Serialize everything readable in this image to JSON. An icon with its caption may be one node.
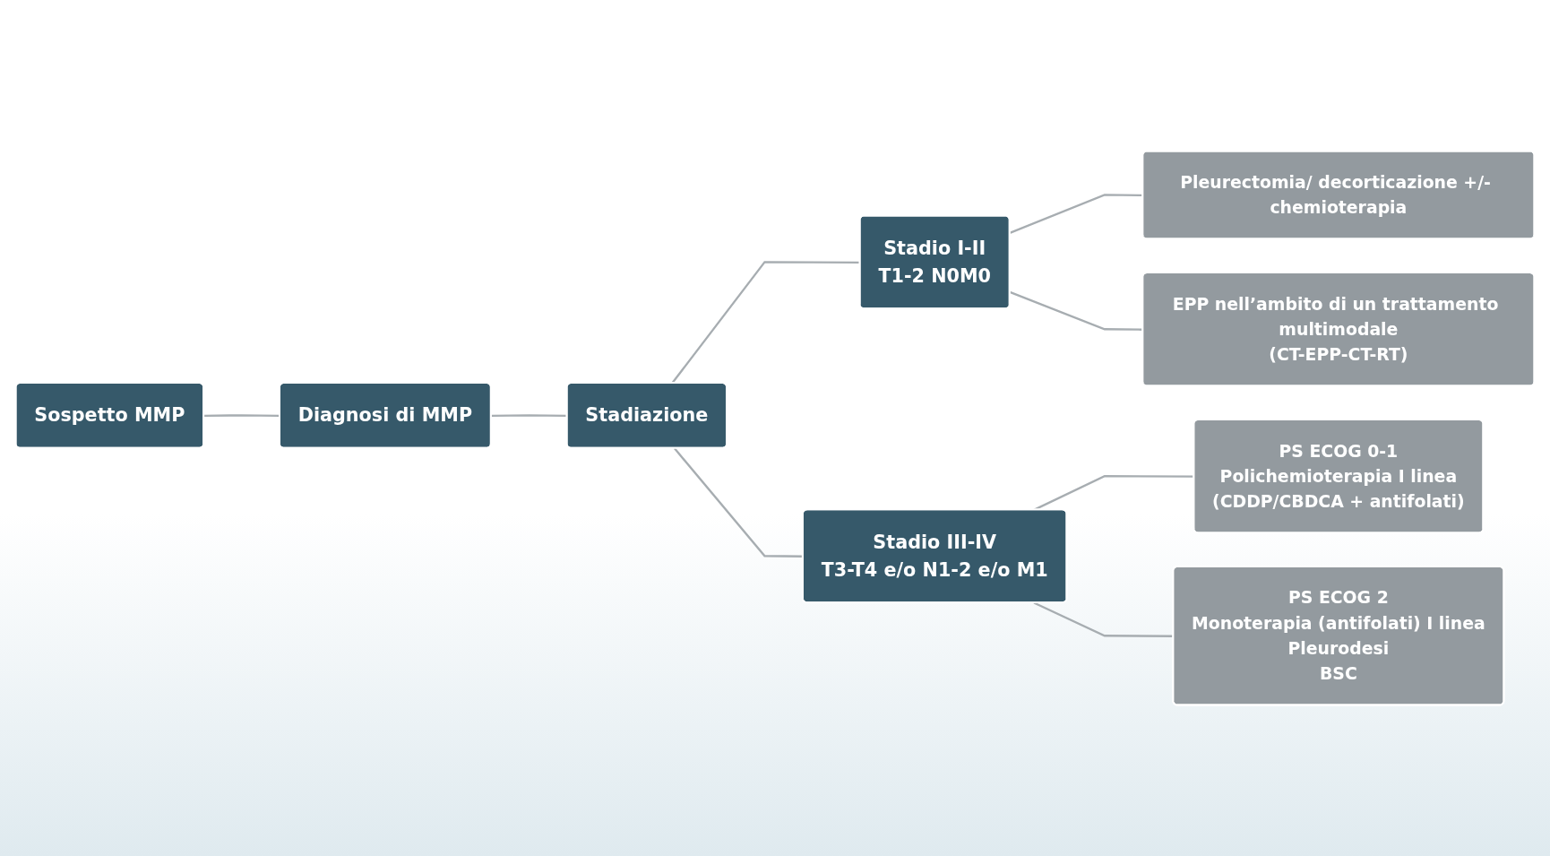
{
  "diagram": {
    "nodes": [
      {
        "text": [
          "Sospetto MMP"
        ]
      },
      {
        "text": [
          "Diagnosi di MMP"
        ]
      },
      {
        "text": [
          "Stadiazione"
        ]
      },
      {
        "text": [
          "Stadio I-II",
          "T1-2 N0M0"
        ]
      },
      {
        "text": [
          "Stadio III-IV",
          "T3-T4 e/o N1-2 e/o M1"
        ]
      },
      {
        "text": [
          "Pleurectomia/ decorticazione +/- chemioterapia"
        ]
      },
      {
        "text": [
          "EPP nell’ambito di un trattamento multimodale",
          "(CT-EPP-CT-RT)"
        ]
      },
      {
        "text": [
          "PS ECOG 0-1",
          "Polichemioterapia I linea",
          "(CDDP/CBDCA + antifolati)"
        ]
      },
      {
        "text": [
          "PS ECOG 2",
          "Monoterapia (antifolati) I linea",
          "Pleurodesi",
          "BSC"
        ]
      }
    ],
    "edges": [
      {
        "from": 0,
        "to": 1,
        "arrow": "none"
      },
      {
        "from": 1,
        "to": 2,
        "arrow": "none"
      },
      {
        "from": 2,
        "to": 3,
        "arrow": "none"
      },
      {
        "from": 2,
        "to": 4,
        "arrow": "none"
      },
      {
        "from": 3,
        "to": 5,
        "arrow": "none"
      },
      {
        "from": 3,
        "to": 6,
        "arrow": "none"
      },
      {
        "from": 4,
        "to": 7,
        "arrow": "none"
      },
      {
        "from": 4,
        "to": 8,
        "arrow": "none"
      }
    ]
  }
}
